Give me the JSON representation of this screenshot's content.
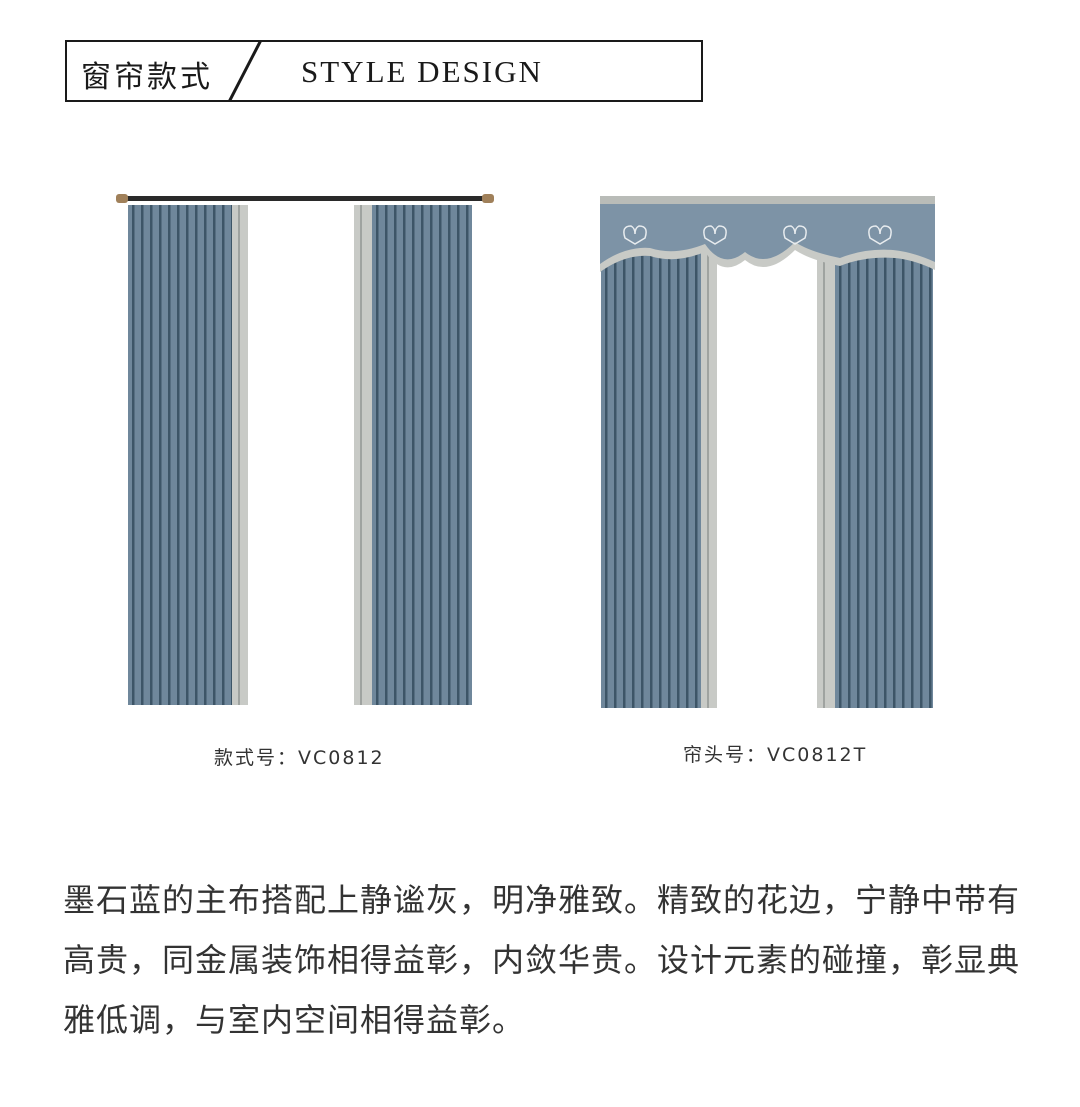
{
  "header": {
    "title_cn": "窗帘款式",
    "title_en": "STYLE DESIGN"
  },
  "products": [
    {
      "caption": "款式号：VC0812",
      "image": "curtain-with-rod"
    },
    {
      "caption": "帘头号：VC0812T",
      "image": "curtain-with-valance"
    }
  ],
  "description": "墨石蓝的主布搭配上静谧灰，明净雅致。精致的花边，宁静中带有高贵，同金属装饰相得益彰，内敛华贵。设计元素的碰撞，彰显典雅低调，与室内空间相得益彰。",
  "colors": {
    "main_fabric": "#6f879b",
    "accent_fabric": "#c8cac6",
    "rod": "#2a2a2a",
    "rod_finial": "#a0805a"
  }
}
